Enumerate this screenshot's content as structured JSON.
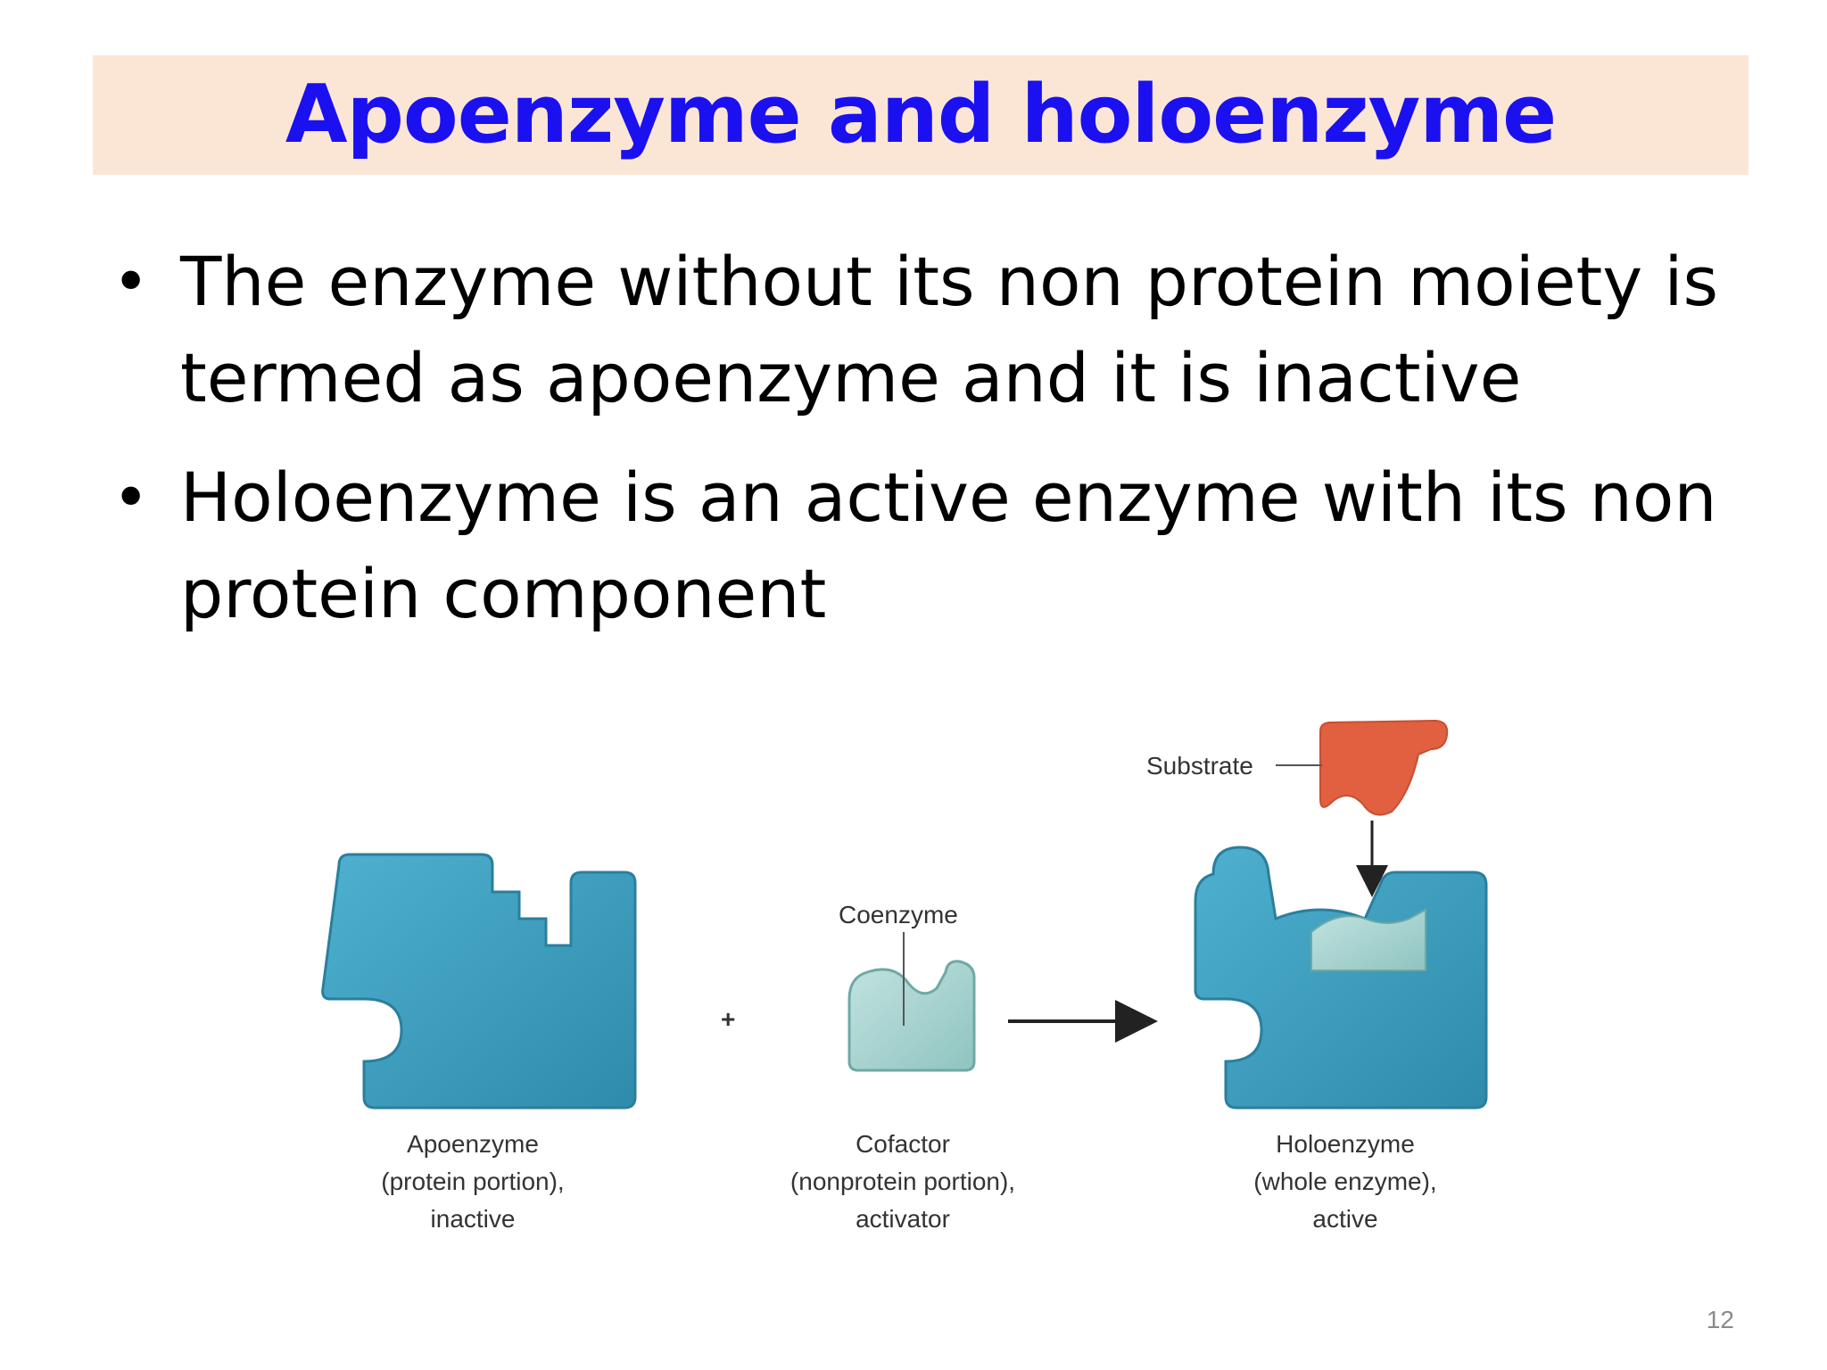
{
  "slide": {
    "title": "Apoenzyme and holoenzyme",
    "bullets": [
      "The enzyme without its non protein moiety is termed as apoenzyme and it is inactive",
      "Holoenzyme is an active enzyme with its non protein component"
    ],
    "bullet_symbol": "•",
    "page_number": "12"
  },
  "diagram": {
    "substrate_label": "Substrate",
    "coenzyme_label": "Coenzyme",
    "plus_sign": "+",
    "apoenzyme_caption": [
      "Apoenzyme",
      "(protein portion),",
      "inactive"
    ],
    "cofactor_caption": [
      "Cofactor",
      "(nonprotein portion),",
      "activator"
    ],
    "holoenzyme_caption": [
      "Holoenzyme",
      "(whole enzyme),",
      "active"
    ]
  },
  "colors": {
    "title_bar_bg": "#fbe6d6",
    "title_text": "#1a10f0",
    "enzyme_blue": "#3d9fc0",
    "cofactor_teal": "#a8d4d1",
    "substrate_red": "#e0603f"
  }
}
